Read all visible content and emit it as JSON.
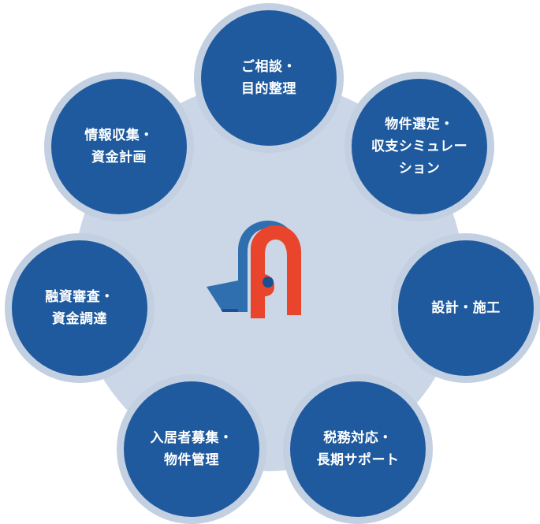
{
  "diagram": {
    "steps": [
      {
        "label": "ご相談・\n目的整理"
      },
      {
        "label": "物件選定・\n収支シミュレー\nション"
      },
      {
        "label": "設計・施工"
      },
      {
        "label": "税務対応・\n長期サポート"
      },
      {
        "label": "入居者募集・\n物件管理"
      },
      {
        "label": "融資審査・\n資金調達"
      },
      {
        "label": "情報収集・\n資金計画"
      }
    ]
  },
  "colors": {
    "hub": "#cbd7e6",
    "node_ring": "#c3d0e2",
    "node_fill": "#1f5a9e",
    "logo_red": "#e8452c",
    "logo_blue": "#2f6fb0",
    "logo_navy": "#1d4f8f"
  },
  "logo": {
    "icon": "a-arch-logo-icon"
  }
}
